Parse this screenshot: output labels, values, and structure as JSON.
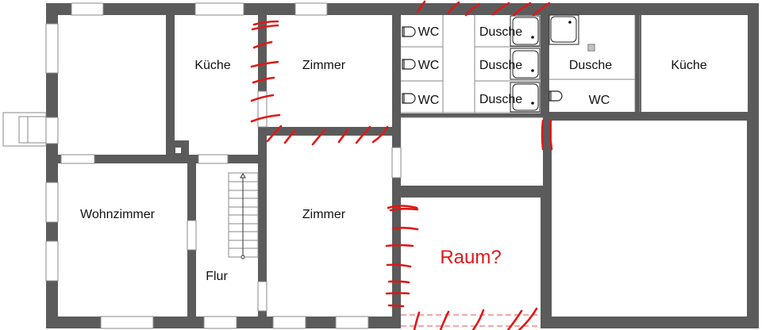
{
  "plan": {
    "title": "Grundriss",
    "colors": {
      "wall": "#5b5b5b",
      "annotation": "#e01818",
      "background": "#ffffff"
    },
    "rooms": {
      "kueche_left": "Küche",
      "zimmer_top": "Zimmer",
      "wc_1": "WC",
      "wc_2": "WC",
      "wc_3": "WC",
      "dusche_1": "Dusche",
      "dusche_2": "Dusche",
      "dusche_3": "Dusche",
      "dusche_right": "Dusche",
      "wc_right": "WC",
      "kueche_right": "Küche",
      "wohnzimmer": "Wohnzimmer",
      "flur": "Flur",
      "zimmer_bottom": "Zimmer",
      "raum_question": "Raum?"
    },
    "icons": [
      "toilet-icon",
      "shower-tray-icon",
      "drain-icon",
      "staircase-icon"
    ],
    "annotations": {
      "demolition_marks": "red hatch strokes marking walls to remove",
      "question_room": "Raum?"
    }
  }
}
